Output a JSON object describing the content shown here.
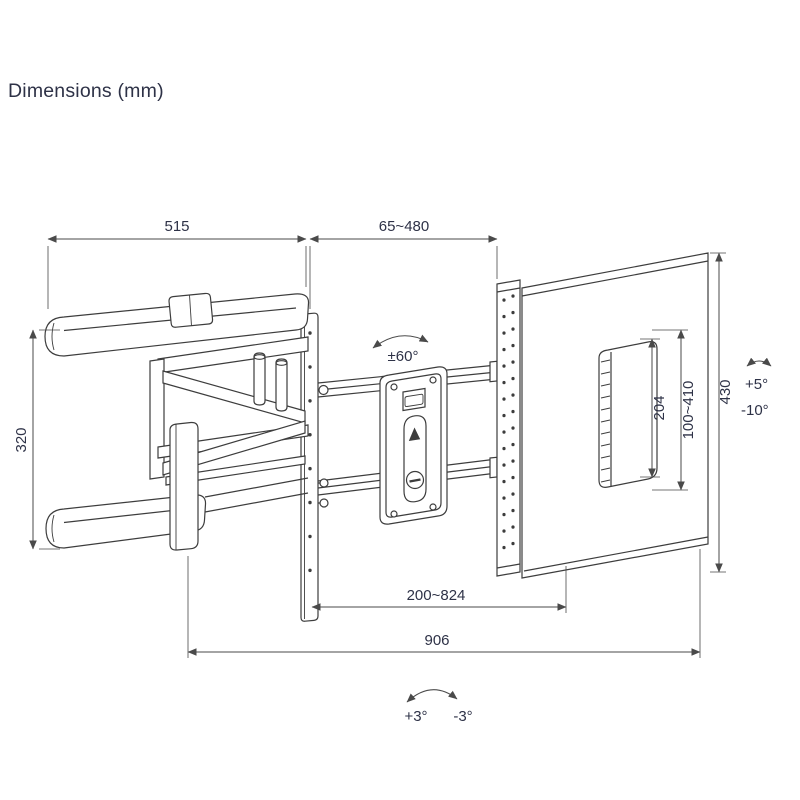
{
  "title": "Dimensions (mm)",
  "unit": "mm",
  "subject": "Full-motion articulating TV wall mount dimension drawing",
  "colors": {
    "background": "#ffffff",
    "drawing_line": "#3d3d3d",
    "dimension_line": "#4a4a4a",
    "label_text": "#2e3247"
  },
  "dims": {
    "bracket_width": "515",
    "extension_top": "65~480",
    "bracket_height": "320",
    "swivel_range": "±60°",
    "slot_height": "204",
    "vesa_height_range": "100~410",
    "wall_plate_height": "430",
    "tilt_up": "+5°",
    "tilt_down": "-10°",
    "extension_bottom": "200~824",
    "max_reach": "906",
    "roll_plus": "+3°",
    "roll_minus": "-3°"
  }
}
